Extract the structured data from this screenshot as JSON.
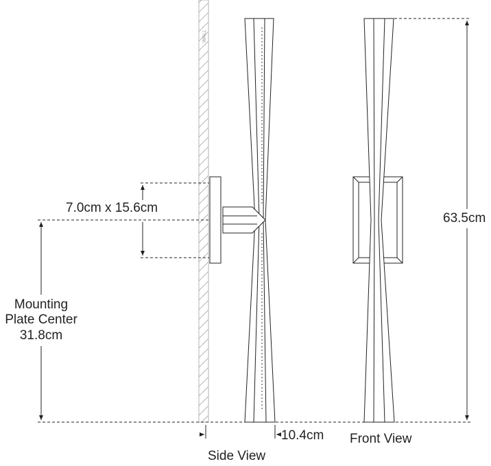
{
  "wall_label": "WALL",
  "dimensions": {
    "plate_size": "7.0cm x 15.6cm",
    "mounting_line1": "Mounting",
    "mounting_line2": "Plate Center",
    "mounting_value": "31.8cm",
    "extension": "10.4cm",
    "height": "63.5cm"
  },
  "views": {
    "side": "Side View",
    "front": "Front View"
  },
  "colors": {
    "line": "#231f20",
    "wall": "#b3b3b3",
    "dash": "#555555"
  }
}
